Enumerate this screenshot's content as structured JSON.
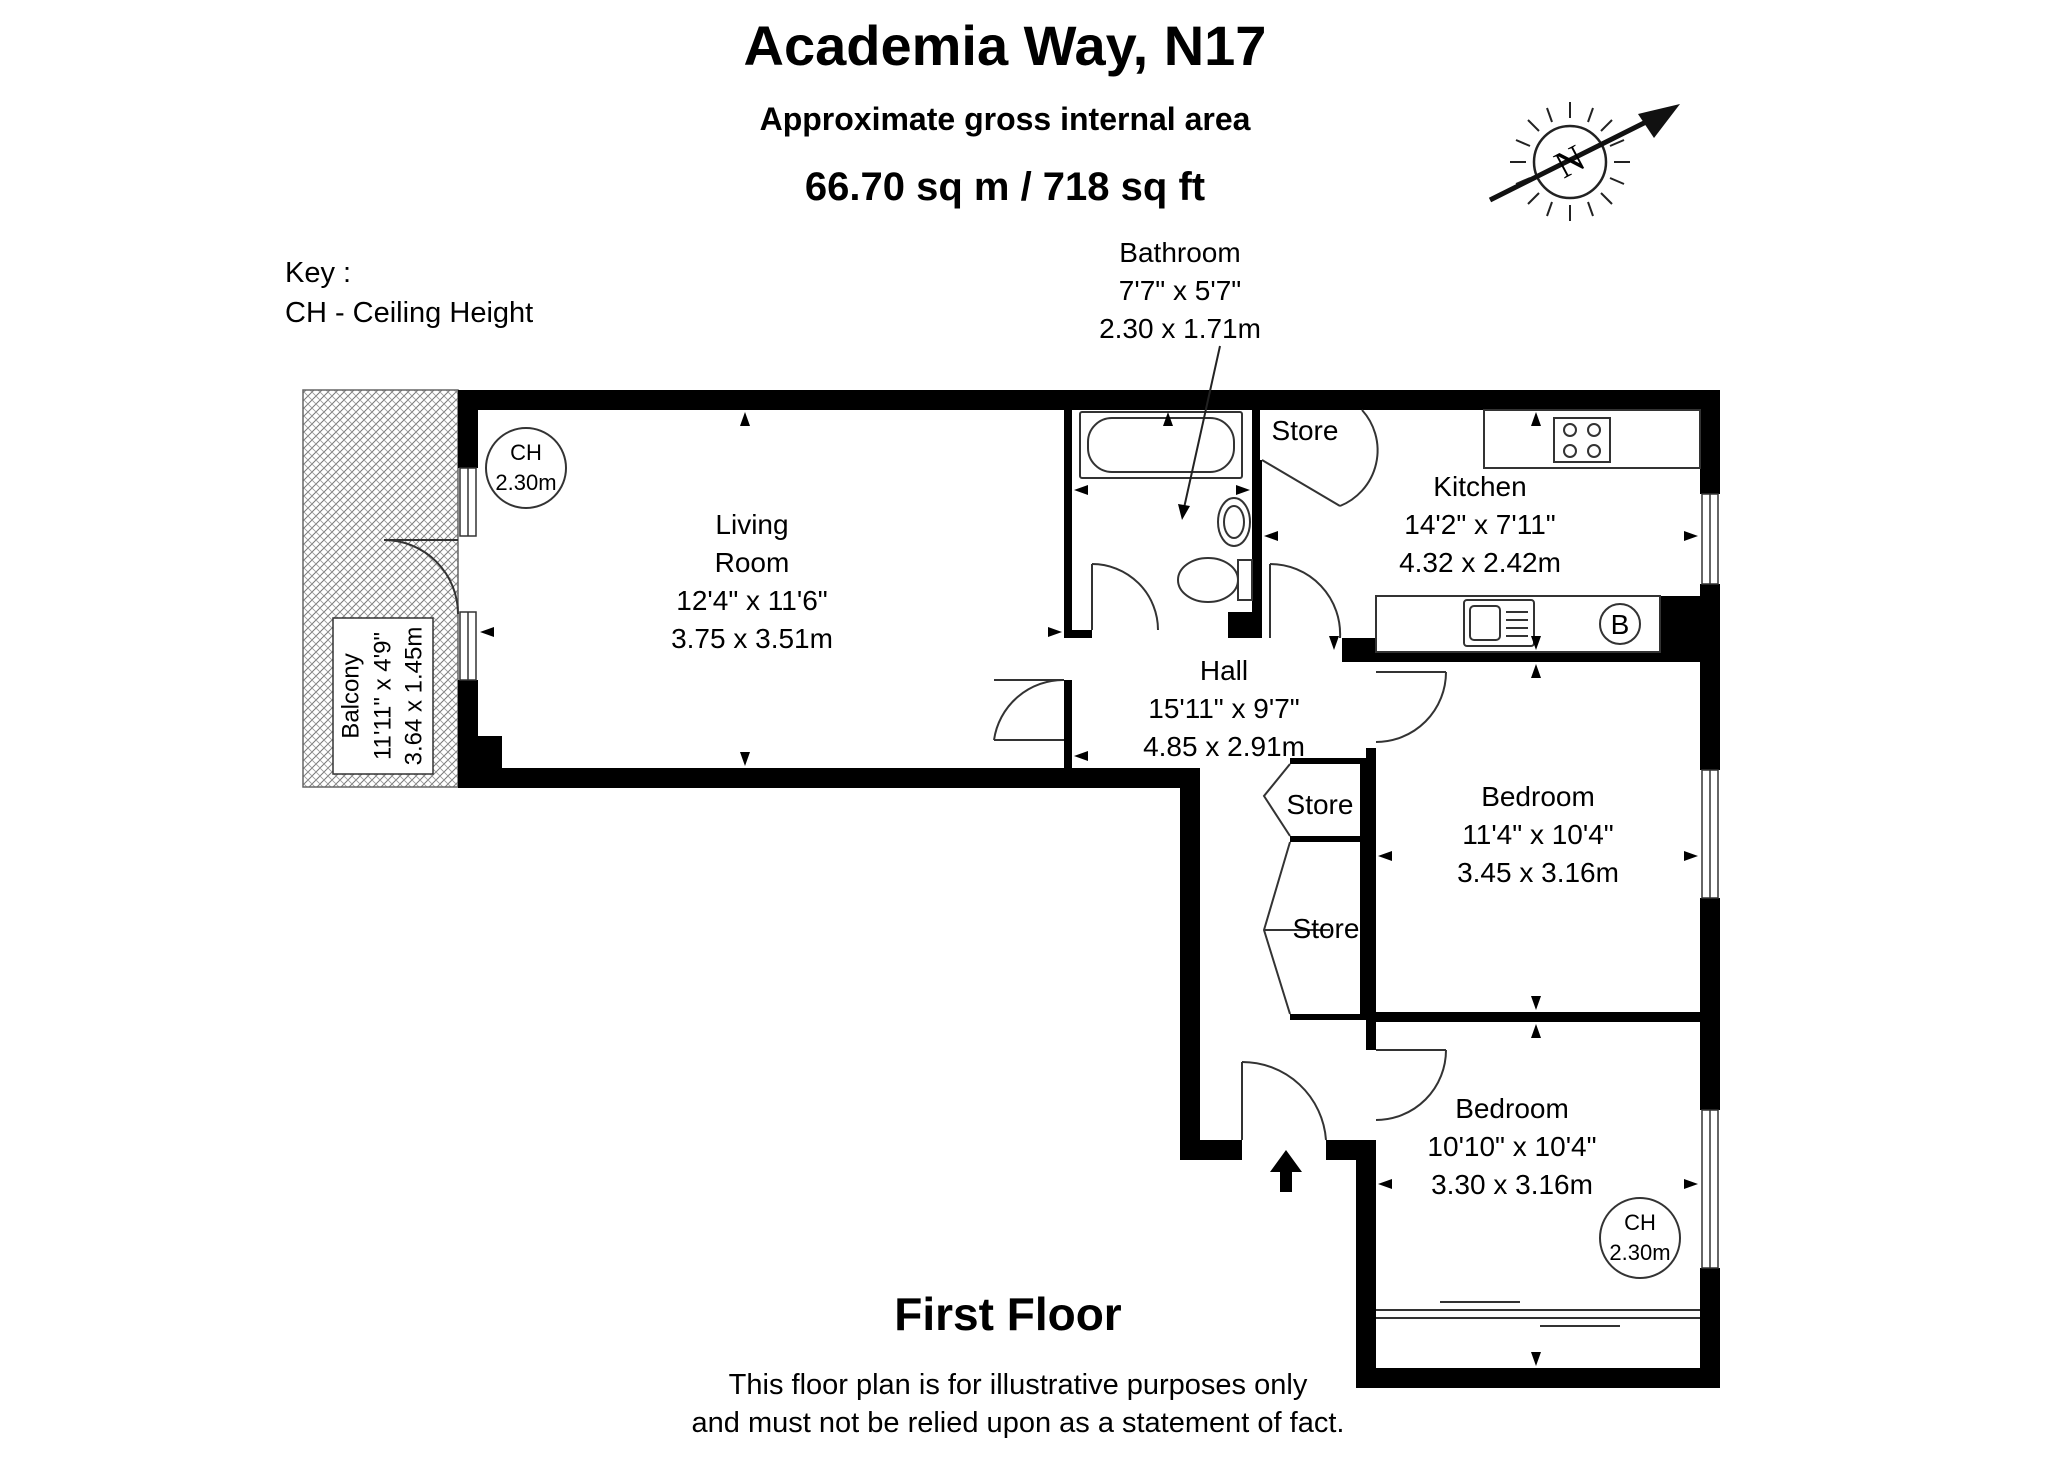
{
  "header": {
    "title": "Academia Way, N17",
    "subtitle": "Approximate gross internal area",
    "area": "66.70 sq m /  718 sq ft"
  },
  "key": {
    "heading": "Key :",
    "entry": "CH - Ceiling Height"
  },
  "compass": {
    "letter": "N",
    "icon": "north-arrow-icon"
  },
  "rooms": {
    "living": {
      "name_line1": "Living",
      "name_line2": "Room",
      "imperial": "12'4\" x 11'6\"",
      "metric": "3.75 x 3.51m"
    },
    "bathroom": {
      "name": "Bathroom",
      "imperial": "7'7\" x 5'7\"",
      "metric": "2.30 x 1.71m"
    },
    "kitchen": {
      "name": "Kitchen",
      "imperial": "14'2\" x 7'11\"",
      "metric": "4.32 x 2.42m"
    },
    "hall": {
      "name": "Hall",
      "imperial": "15'11\" x 9'7\"",
      "metric": "4.85 x 2.91m"
    },
    "bedroom1": {
      "name": "Bedroom",
      "imperial": "11'4\" x 10'4\"",
      "metric": "3.45 x 3.16m"
    },
    "bedroom2": {
      "name": "Bedroom",
      "imperial": "10'10\" x 10'4\"",
      "metric": "3.30 x 3.16m"
    },
    "balcony": {
      "name": "Balcony",
      "imperial": "11'11\" x 4'9\"",
      "metric": "3.64 x 1.45m"
    },
    "store_kitchen": "Store",
    "store_hall_1": "Store",
    "store_hall_2": "Store"
  },
  "ceiling_height": {
    "label": "CH",
    "value": "2.30m"
  },
  "boiler": "B",
  "floor_label": "First Floor",
  "disclaimer": {
    "line1": "This floor plan is for illustrative purposes only",
    "line2": "and must not be relied upon as a statement of fact."
  }
}
